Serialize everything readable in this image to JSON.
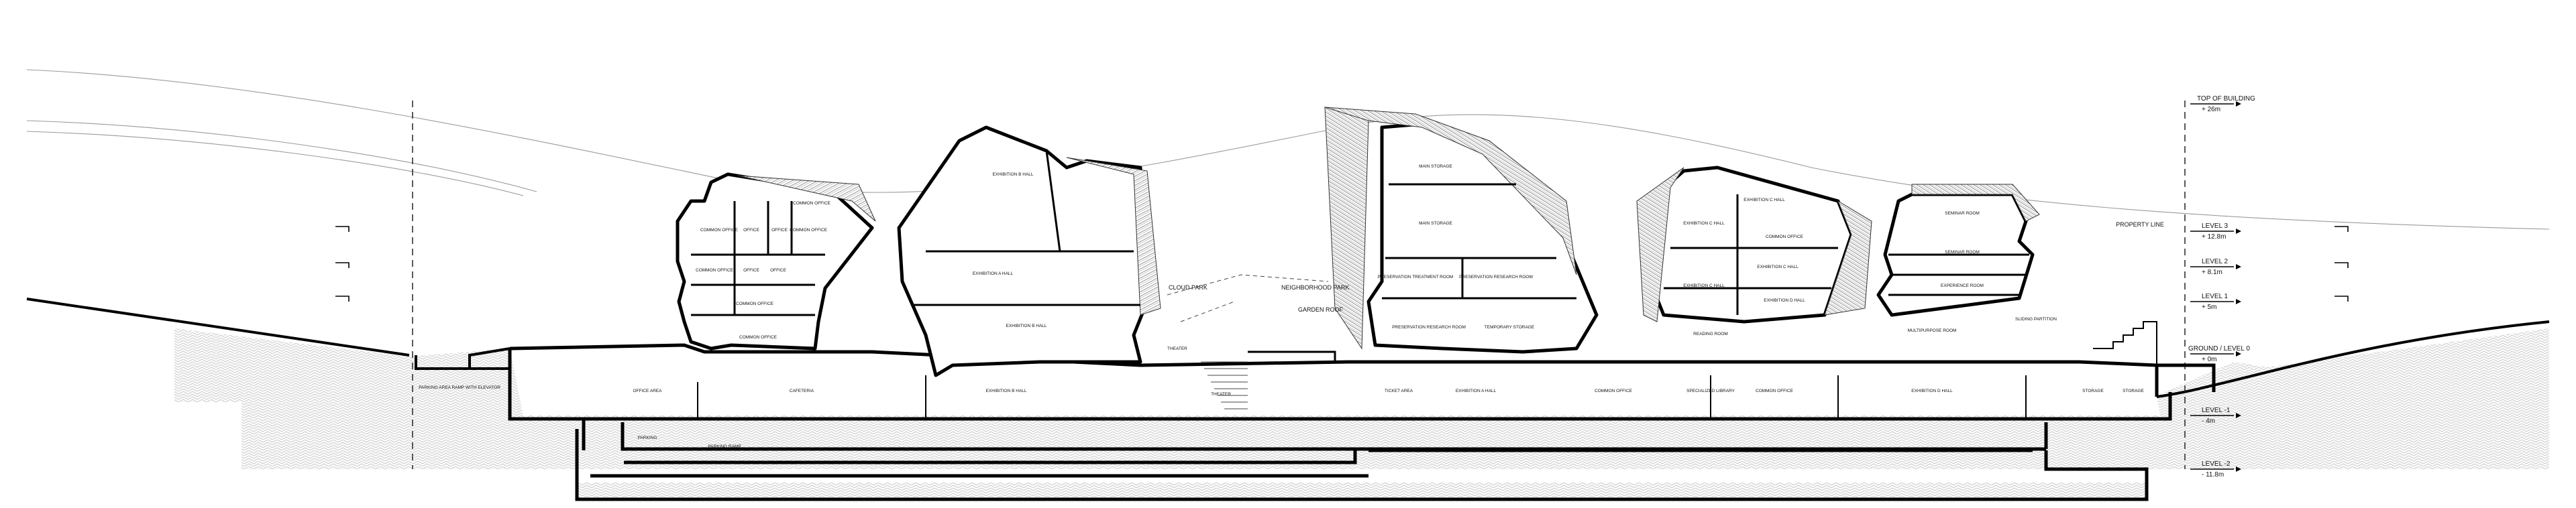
{
  "section": {
    "rooms": [
      {
        "id": "common-office-1",
        "text": "COMMON OFFICE"
      },
      {
        "id": "office-1",
        "text": "OFFICE"
      },
      {
        "id": "office-2",
        "text": "OFFICE"
      },
      {
        "id": "common-office-2",
        "text": "COMMON OFFICE"
      },
      {
        "id": "common-office-3",
        "text": "COMMON OFFICE"
      },
      {
        "id": "common-office-4",
        "text": "COMMON OFFICE"
      },
      {
        "id": "office-3",
        "text": "OFFICE"
      },
      {
        "id": "office-4",
        "text": "OFFICE"
      },
      {
        "id": "common-office-5",
        "text": "COMMON OFFICE"
      },
      {
        "id": "common-office-6",
        "text": "COMMON OFFICE"
      },
      {
        "id": "office-area",
        "text": "OFFICE AREA"
      },
      {
        "id": "cafeteria",
        "text": "CAFETERIA"
      },
      {
        "id": "exhibition-hall-a",
        "text": "EXHIBITION B HALL"
      },
      {
        "id": "exhibition-hall-b",
        "text": "EXHIBITION A HALL"
      },
      {
        "id": "exhibition-hall-c",
        "text": "EXHIBITION B HALL"
      },
      {
        "id": "exhibition-hall-d",
        "text": "EXHIBITION B HALL"
      },
      {
        "id": "theater",
        "text": "THEATER"
      },
      {
        "id": "ticket-area",
        "text": "TICKET AREA"
      },
      {
        "id": "exhibition-hall-e",
        "text": "EXHIBITION A HALL"
      },
      {
        "id": "common-office-7",
        "text": "COMMON OFFICE"
      },
      {
        "id": "specialized-library",
        "text": "SPECIALIZED LIBRARY"
      },
      {
        "id": "common-office-8",
        "text": "COMMON OFFICE"
      },
      {
        "id": "exhibition-hall-f",
        "text": "EXHIBITION D HALL"
      },
      {
        "id": "storage-1",
        "text": "STORAGE"
      },
      {
        "id": "main-storage-1",
        "text": "MAIN STORAGE"
      },
      {
        "id": "main-storage-2",
        "text": "MAIN STORAGE"
      },
      {
        "id": "preservation-treatment-room",
        "text": "PRESERVATION TREATMENT ROOM"
      },
      {
        "id": "preservation-research-room",
        "text": "PRESERVATION RESEARCH ROOM"
      },
      {
        "id": "preservation-research-room-2",
        "text": "PRESERVATION RESEARCH ROOM"
      },
      {
        "id": "temporary-storage",
        "text": "TEMPORARY STORAGE"
      },
      {
        "id": "exhibition-hall-g",
        "text": "EXHIBITION C HALL"
      },
      {
        "id": "exhibition-hall-h",
        "text": "EXHIBITION C HALL"
      },
      {
        "id": "common-office-9",
        "text": "COMMON OFFICE"
      },
      {
        "id": "exhibition-hall-i",
        "text": "EXHIBITION C HALL"
      },
      {
        "id": "exhibition-hall-j",
        "text": "EXHIBITION C HALL"
      },
      {
        "id": "exhibition-hall-k",
        "text": "EXHIBITION D HALL"
      },
      {
        "id": "reading-room",
        "text": "READING ROOM"
      },
      {
        "id": "seminar-room-1",
        "text": "SEMINAR ROOM"
      },
      {
        "id": "seminar-room-2",
        "text": "SEMINAR ROOM"
      },
      {
        "id": "experience-room",
        "text": "EXPERIENCE ROOM"
      },
      {
        "id": "multipurpose-room",
        "text": "MULTIPURPOSE ROOM"
      },
      {
        "id": "sliding-partition",
        "text": "SLIDING PARTITION"
      },
      {
        "id": "storage-2",
        "text": "STORAGE"
      },
      {
        "id": "parking",
        "text": "PARKING"
      },
      {
        "id": "parking-ramp",
        "text": "PARKING RAMP"
      },
      {
        "id": "parking-area-ramp",
        "text": "PARKING AREA RAMP WITH ELEVATOR"
      }
    ],
    "labels": {
      "cloud_park": "CLOUD PARK",
      "neighborhood_park": "NEIGHBORHOOD PARK",
      "garden_roof": "GARDEN ROOF",
      "theater_upper": "THEATER",
      "property_line": "PROPERTY LINE"
    },
    "levels": [
      {
        "id": "top",
        "name": "TOP OF BUILDING",
        "value": "+ 26m"
      },
      {
        "id": "l3",
        "name": "LEVEL 3",
        "value": "+ 12.8m"
      },
      {
        "id": "l2",
        "name": "LEVEL 2",
        "value": "+ 8.1m"
      },
      {
        "id": "l1",
        "name": "LEVEL 1",
        "value": "+ 5m"
      },
      {
        "id": "ground",
        "name": "GROUND / LEVEL 0",
        "value": "+ 0m"
      },
      {
        "id": "lm1",
        "name": "LEVEL -1",
        "value": "- 4m"
      },
      {
        "id": "lm2",
        "name": "LEVEL -2",
        "value": "- 11.8m"
      }
    ]
  }
}
